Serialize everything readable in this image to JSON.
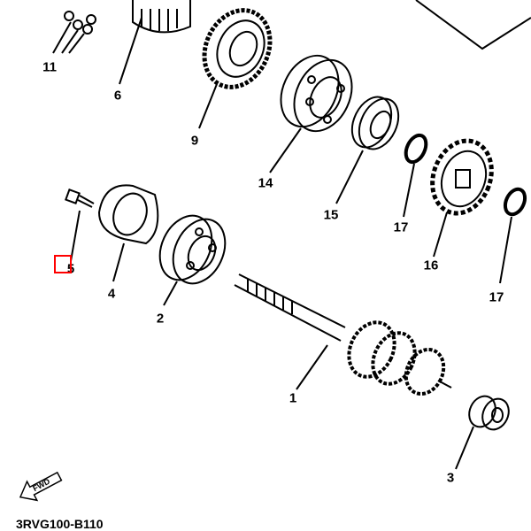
{
  "diagram": {
    "code": "3RVG100-B110",
    "fwd_label": "FWD",
    "highlight_color": "#ff0000",
    "callouts": [
      {
        "id": "11",
        "label": "11"
      },
      {
        "id": "6",
        "label": "6"
      },
      {
        "id": "9",
        "label": "9"
      },
      {
        "id": "14",
        "label": "14"
      },
      {
        "id": "15",
        "label": "15"
      },
      {
        "id": "17a",
        "label": "17"
      },
      {
        "id": "16",
        "label": "16"
      },
      {
        "id": "17b",
        "label": "17"
      },
      {
        "id": "5",
        "label": "5"
      },
      {
        "id": "4",
        "label": "4"
      },
      {
        "id": "2",
        "label": "2"
      },
      {
        "id": "1",
        "label": "1"
      },
      {
        "id": "3",
        "label": "3"
      }
    ]
  }
}
